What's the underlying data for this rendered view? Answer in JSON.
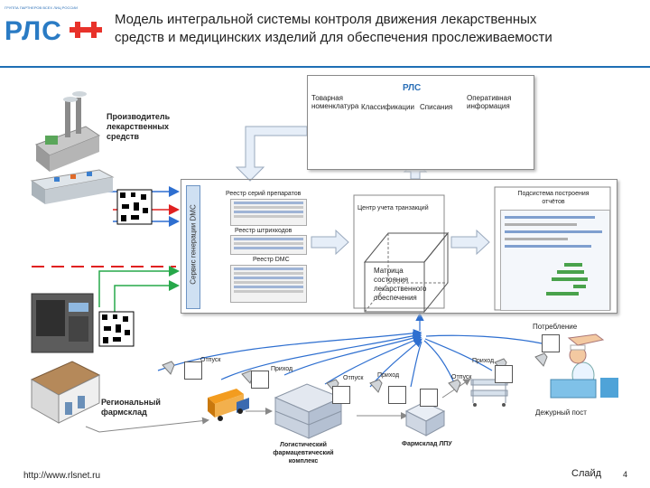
{
  "logo": {
    "tagline": "ГРУППА ПАРТНЕРОВ ВСЕХ ЛИЦ РОССИИ",
    "brand": "РЛС"
  },
  "title": {
    "line1": "Модель интегральной системы контроля движения лекарственных",
    "line2": "средств и медицинских изделий для обеспечения прослеживаемости"
  },
  "rls_panel": {
    "heading": "РЛС",
    "db1": "Товарная номенклатура",
    "db2": "Классификации",
    "db3": "Списания",
    "db4": "Оперативная информация"
  },
  "main_panel": {
    "service": "Сервис генерации DMC",
    "reg1": "Реестр серий препаратов",
    "reg2": "Реестр штрихкодов",
    "reg3": "Реестр DMC",
    "transactions": "Центр учета транзакций",
    "matrix": "Матрица состояния лекарственного обеспечения",
    "reports": "Подсистема построения отчётов"
  },
  "nodes": {
    "manufacturer": "Производитель лекарственных средств",
    "regional": "Региональный фармсклад",
    "logistics": "Логистический фармацевтический комплекс",
    "lpu": "Фармсклад ЛПУ",
    "duty": "Дежурный пост",
    "consumption": "Потребление"
  },
  "flow_labels": {
    "release1": "Отпуск",
    "arrival1": "Приход",
    "release2": "Отпуск",
    "arrival2": "Приход",
    "release3": "Отпуск",
    "arrival3": "Приход"
  },
  "footer": {
    "url": "http://www.rlsnet.ru",
    "slide_label": "Слайд",
    "slide_number": "4"
  },
  "colors": {
    "accent_blue": "#1f6fb5",
    "cylinder": "#f5c400",
    "flow_line": "#2e6fd0",
    "red_line": "#e02020",
    "green_line": "#27a84a",
    "cross_red": "#e8322a"
  }
}
